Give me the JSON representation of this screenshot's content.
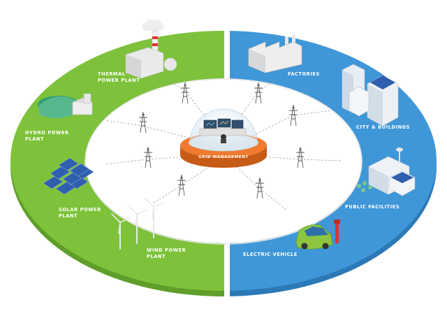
{
  "center": {
    "label": "GRID MANAGEMENT"
  },
  "supply": [
    {
      "id": "thermal",
      "line1": "THERMAL",
      "line2": "POWER PLANT"
    },
    {
      "id": "hydro",
      "line1": "HYDRO POWER",
      "line2": "PLANT"
    },
    {
      "id": "solar",
      "line1": "SOLAR POWER",
      "line2": "PLANT"
    },
    {
      "id": "wind",
      "line1": "WIND POWER",
      "line2": "PLANT"
    }
  ],
  "demand": [
    {
      "id": "factories",
      "line1": "FACTORIES"
    },
    {
      "id": "city",
      "line1": "CITY & BUILDINGS"
    },
    {
      "id": "public",
      "line1": "PUBLIC FACILITIES"
    },
    {
      "id": "ev",
      "line1": "ELECTRIC VEHICLE"
    }
  ],
  "colors": {
    "supply_ring": "#7dc23a",
    "supply_ring_edge": "#5f9e2a",
    "demand_ring": "#3f97d8",
    "demand_ring_edge": "#2c79b6",
    "hub_orange": "#f07a2e",
    "hub_orange_dark": "#c65a17"
  },
  "icons": {
    "thermal": "power-plant-chimney-icon",
    "hydro": "dam-icon",
    "solar": "solar-panel-icon",
    "wind": "wind-turbine-icon",
    "factories": "factory-icon",
    "city": "skyscraper-icon",
    "public": "public-building-icon",
    "ev": "electric-car-icon",
    "tower": "transmission-tower-icon",
    "hub": "control-room-dome-icon"
  }
}
